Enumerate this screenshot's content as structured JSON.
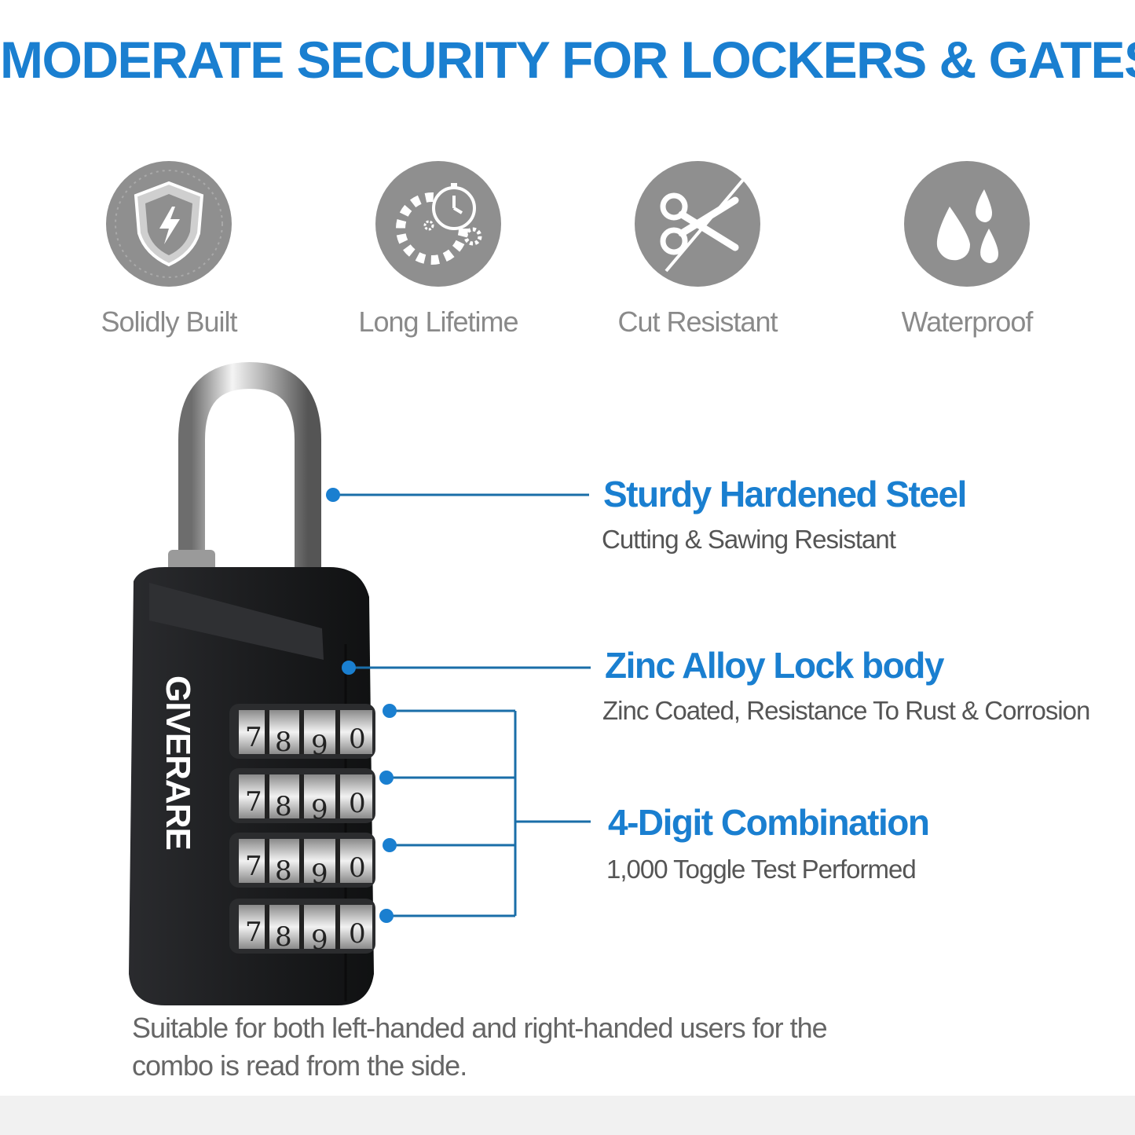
{
  "title": "MODERATE  SECURITY FOR LOCKERS & GATES",
  "features": [
    {
      "label": "Solidly Built",
      "icon": "shield-bolt-icon"
    },
    {
      "label": "Long Lifetime",
      "icon": "gear-stopwatch-icon"
    },
    {
      "label": "Cut Resistant",
      "icon": "scissors-icon"
    },
    {
      "label": "Waterproof",
      "icon": "water-drops-icon"
    }
  ],
  "callouts": [
    {
      "title": "Sturdy Hardened Steel",
      "subtitle": "Cutting & Sawing Resistant"
    },
    {
      "title": "Zinc Alloy Lock body",
      "subtitle": "Zinc Coated, Resistance To Rust & Corrosion"
    },
    {
      "title": "4-Digit Combination",
      "subtitle": "1,000 Toggle Test Performed"
    }
  ],
  "lock": {
    "brand": "GIVERARE",
    "dial_digits": [
      "7",
      "8",
      "9",
      "0"
    ]
  },
  "footer": {
    "note": "Suitable for both left-handed and right-handed users for the combo is read from the side."
  },
  "colors": {
    "accent": "#1a7fd0",
    "icon_gray": "#8f8f8f",
    "lock_body": "#1c1d1f"
  }
}
